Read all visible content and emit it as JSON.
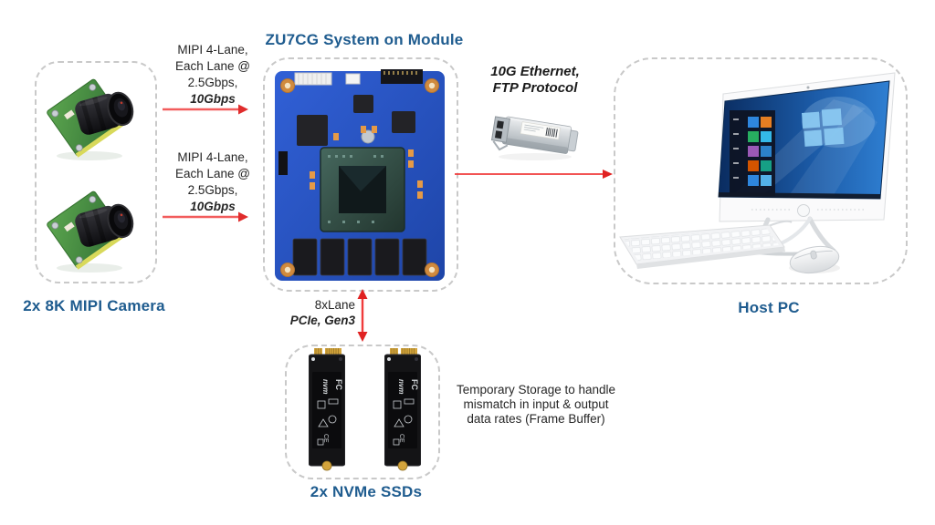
{
  "nodes": {
    "camera": {
      "label": "2x 8K MIPI Camera",
      "icon": "mipi-camera-image"
    },
    "som": {
      "label": "ZU7CG System on Module",
      "icon": "som-board-image"
    },
    "host": {
      "label": "Host PC",
      "icon": "host-pc-image"
    },
    "ssd": {
      "label": "2x NVMe SSDs",
      "icon": "nvme-ssd-image",
      "marks": {
        "m1": "nvm",
        "m2": "FC",
        "m3": "CE"
      }
    }
  },
  "connections": {
    "mipi_top": {
      "l1": "MIPI 4-Lane,",
      "l2": "Each Lane @",
      "l3": "2.5Gbps,",
      "l4": "10Gbps"
    },
    "mipi_bottom": {
      "l1": "MIPI 4-Lane,",
      "l2": "Each Lane @",
      "l3": "2.5Gbps,",
      "l4": "10Gbps"
    },
    "ethernet": {
      "l1": "10G Ethernet,",
      "l2": "FTP Protocol",
      "icon": "sfp-transceiver-image"
    },
    "pcie": {
      "l1": "8xLane",
      "l2": "PCIe, Gen3"
    }
  },
  "note": {
    "l1": "Temporary Storage to handle",
    "l2": "mismatch in input & output",
    "l3": "data rates (Frame Buffer)"
  },
  "colors": {
    "heading_blue": "#1F5C8F",
    "body_text": "#262626",
    "arrow_red": "#F03B3B",
    "arrow_red_light": "#F25C5C",
    "dashed_border": "#C9C9C9",
    "background": "#FFFFFF",
    "pcb_blue": "#2A55C4"
  }
}
